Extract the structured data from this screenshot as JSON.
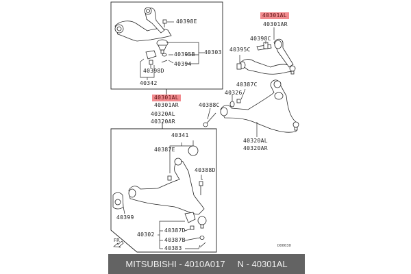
{
  "diagram": {
    "top_box": {
      "labels": {
        "l40398E": "40398E",
        "l40303": "40303",
        "l40395B": "40395B",
        "l40394": "40394",
        "l40398D": "40398D",
        "l40342": "40342"
      }
    },
    "between": {
      "upper_arm_left": "40301AL",
      "upper_arm_right": "40301AR",
      "lower_arm_left": "40320AL",
      "lower_arm_right": "40320AR"
    },
    "right_side": {
      "upper_arm_left": "40301AL",
      "upper_arm_right": "40301AR",
      "l40398C": "40398C",
      "l40395C": "40395C",
      "l40387C": "40387C",
      "l40326": "40326",
      "l40388C": "40388C",
      "lower_arm_left": "40320AL",
      "lower_arm_right": "40320AR"
    },
    "bottom_box": {
      "l40341": "40341",
      "l40387E": "40387E",
      "l40388D": "40388D",
      "l40399": "40399",
      "l40302": "40302",
      "l40387D": "40387D",
      "l40387B": "40387B",
      "l40383": "40383"
    },
    "direction_marker": "FR",
    "diagram_code": "D00030",
    "highlight_color": "#f28b8f"
  },
  "footer": {
    "brand_part": "MITSUBISHI - 4010A017",
    "number": "N - 40301AL",
    "background": "#636363"
  }
}
